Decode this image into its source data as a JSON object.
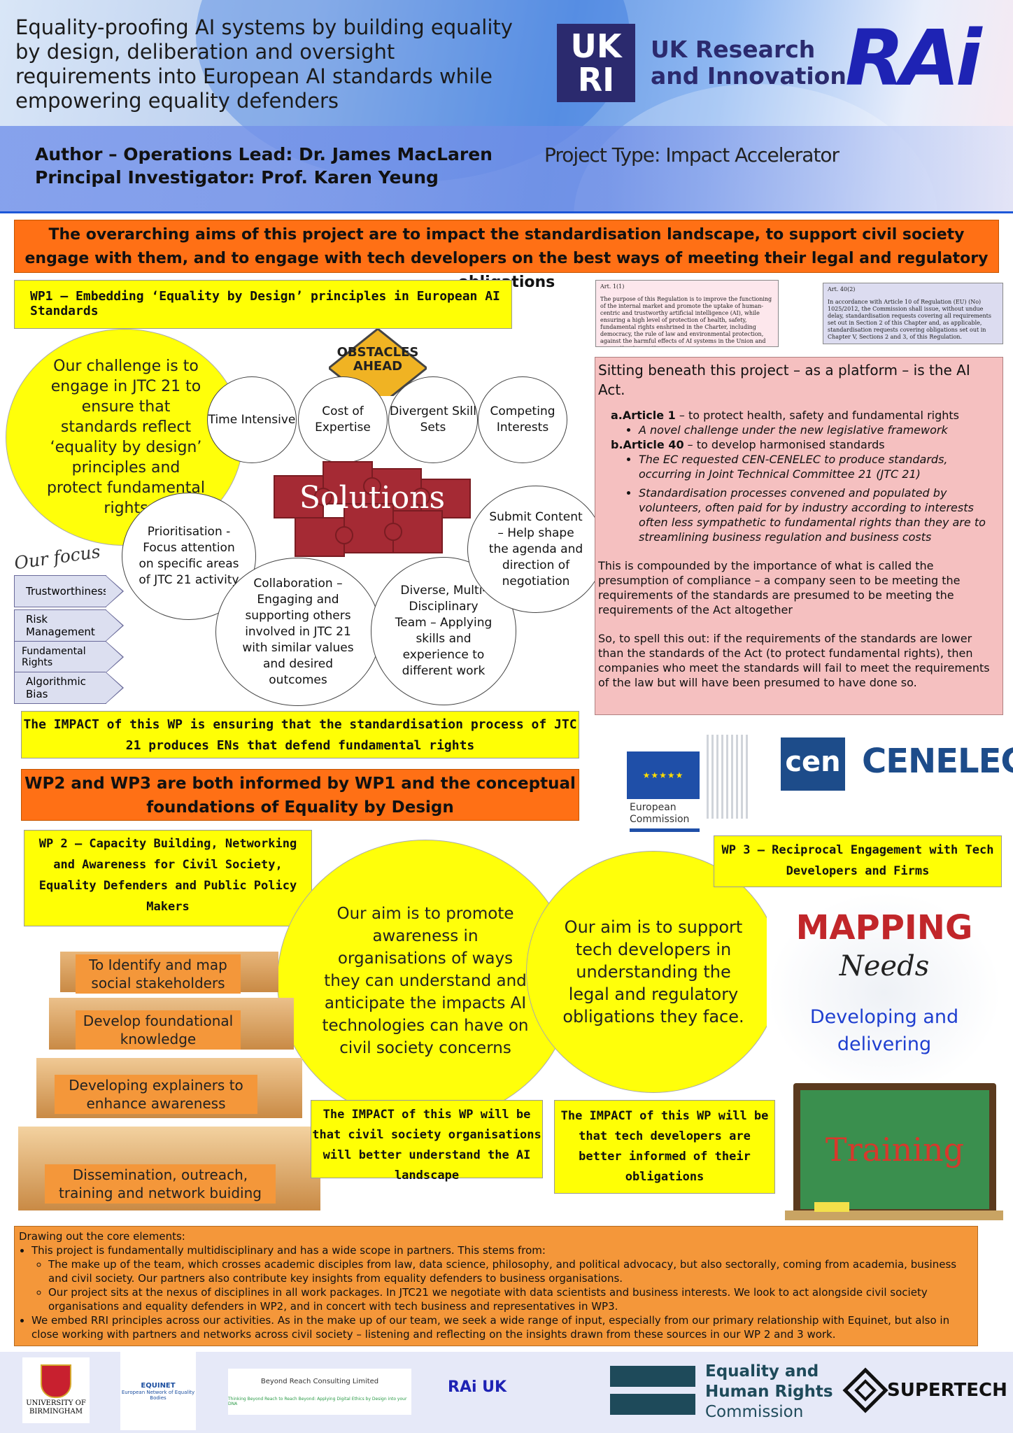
{
  "header": {
    "title": "Equality-proofing AI systems by building equality by design, deliberation and oversight requirements into European AI standards while empowering equality defenders",
    "author_line1": "Author – Operations Lead: Dr. James MacLaren",
    "author_line2": "Principal Investigator: Prof. Karen Yeung",
    "project_type": "Project Type: Impact Accelerator",
    "ukri_logo": "UK RI",
    "ukri_name_line1": "UK Research",
    "ukri_name_line2": "and Innovation",
    "rai_logo": "RAi"
  },
  "aims_banner": "The overarching aims of this project are to impact the standardisation landscape, to support civil society engage with them, and to engage with tech developers on the best ways of meeting their legal and regulatory obligations",
  "wp1": {
    "heading": "WP1 – Embedding ‘Equality by Design’ principles in European AI Standards",
    "challenge": "Our challenge is to engage in JTC 21 to ensure that standards reflect ‘equality by design’ principles and protect fundamental rights",
    "obstacles_sign_line1": "OBSTACLES",
    "obstacles_sign_line2": "AHEAD",
    "obstacles": [
      "Time Intensive",
      "Cost of Expertise",
      "Divergent Skill Sets",
      "Competing Interests"
    ],
    "solutions_label": "Solutions",
    "solutions": [
      "Prioritisation - Focus attention on specific areas of JTC 21 activity",
      "Collaboration – Engaging and supporting others involved in JTC 21 with similar values and desired outcomes",
      "Diverse, Multi-Disciplinary Team – Applying skills and experience to different work",
      "Submit Content – Help shape the agenda and direction of negotiation"
    ],
    "focus_label": "Our focus",
    "focus_items": [
      "Trustworthiness",
      "Risk Management",
      "Fundamental Rights",
      "Algorithmic Bias"
    ],
    "impact": "The IMPACT of this WP is ensuring that the standardisation process of JTC 21 produces ENs that defend fundamental rights"
  },
  "articles": {
    "art1_label": "Art. 1(1)",
    "art1_text": "The purpose of this Regulation is to improve the functioning of the internal market and promote the uptake of human-centric and trustworthy artificial intelligence (AI), while ensuring a high level of protection of health, safety, fundamental rights enshrined in the Charter, including democracy, the rule of law and environmental protection, against the harmful effects of AI systems in the Union and supporting innovation.v",
    "art40_label": "Art. 40(2)",
    "art40_text": "In accordance with Article 10 of Regulation (EU) (No) 1025/2012, the Commission shall issue, without undue delay, standardisation requests covering all requirements set out in Section 2 of this Chapter and, as applicable, standardisation requests covering obligations set out in Chapter V, Sections 2 and 3, of this Regulation."
  },
  "ai_act": {
    "heading": "Sitting beneath this project – as a platform – is the AI Act.",
    "a_label": "a.Article 1",
    "a_text": " – to protect health, safety and fundamental rights",
    "a_bullet": "A novel challenge under the new legislative framework",
    "b_label": "b.Article 40",
    "b_text": " – to develop harmonised standards",
    "b_bullets": [
      "The EC requested CEN-CENELEC to produce standards, occurring in Joint Technical Committee 21 (JTC 21)",
      "Standardisation processes convened and populated by volunteers, often paid for by industry according to interests often less sympathetic to fundamental rights than they are to streamlining business regulation and business costs"
    ],
    "para1": "This is compounded by the importance of what is called the presumption of compliance – a company seen to be meeting the requirements of the standards are presumed to be meeting the requirements of the Act altogether",
    "para2": "So, to spell this out: if the requirements of the standards are lower than the standards of the Act (to protect fundamental rights), then companies who meet the standards will fail to meet the requirements of the law but will have been presumed to have done so."
  },
  "logos_mid": {
    "ec_line1": "European",
    "ec_line2": "Commission",
    "cen": "cen",
    "cenelec": "CENELEC"
  },
  "wp23_banner": "WP2 and WP3 are both informed by WP1 and the conceptual foundations of Equality by Design",
  "wp2": {
    "heading": "WP 2 – Capacity Building, Networking and Awareness for Civil Society, Equality Defenders and Public Policy Makers",
    "aim": "Our aim is to promote awareness in organisations of ways they can understand and anticipate the impacts AI technologies can have on civil society concerns",
    "steps": [
      "To Identify and map social stakeholders",
      "Develop foundational knowledge",
      "Developing explainers to enhance awareness",
      "Dissemination, outreach, training and network buiding"
    ],
    "impact": "The IMPACT of this WP will be that civil society organisations will better understand the AI landscape"
  },
  "wp3": {
    "heading": "WP 3 – Reciprocal Engagement with Tech Developers and Firms",
    "aim": "Our aim is to support tech developers in understanding the legal and regulatory obligations they face.",
    "mapping": "MAPPING",
    "needs": "Needs",
    "developing": "Developing and delivering",
    "training": "Training",
    "impact": "The IMPACT of this WP will be that tech developers are better informed of their obligations"
  },
  "core": {
    "intro": "Drawing out the core elements:",
    "bullet1": "This project is fundamentally multidisciplinary and has a wide scope in partners. This stems from:",
    "sub1": "The make up of the team, which crosses academic disciples from law, data science, philosophy, and political advocacy, but also sectorally, coming from academia, business and civil society. Our partners also contribute key insights from equality defenders to business organisations.",
    "sub2": "Our project sits at the nexus of disciplines in all work packages. In JTC21 we negotiate with data scientists and business interests. We look to act alongside civil society organisations and equality defenders in WP2, and in concert with tech business and representatives in WP3.",
    "bullet2": "We embed RRI principles across our activities. As in the make up of our team, we seek a wide range of input, especially from our primary relationship with Equinet, but also in close working with partners and networks across civil society – listening and reflecting on the insights drawn from these sources in our WP 2 and 3 work."
  },
  "footer_logos": {
    "uob_line1": "UNIVERSITY OF",
    "uob_line2": "BIRMINGHAM",
    "equinet": "EQUINET",
    "equinet_sub": "European Network of Equality Bodies",
    "brc": "Beyond Reach Consulting Limited",
    "brc_tag": "Thinking Beyond Reach to Reach Beyond: Applying Digital Ethics by Design into your DNA",
    "raiuk": "RAi UK",
    "ehrc_line1": "Equality and",
    "ehrc_line2": "Human Rights",
    "ehrc_line3": "Commission",
    "supertech": "SUPERTECH"
  }
}
